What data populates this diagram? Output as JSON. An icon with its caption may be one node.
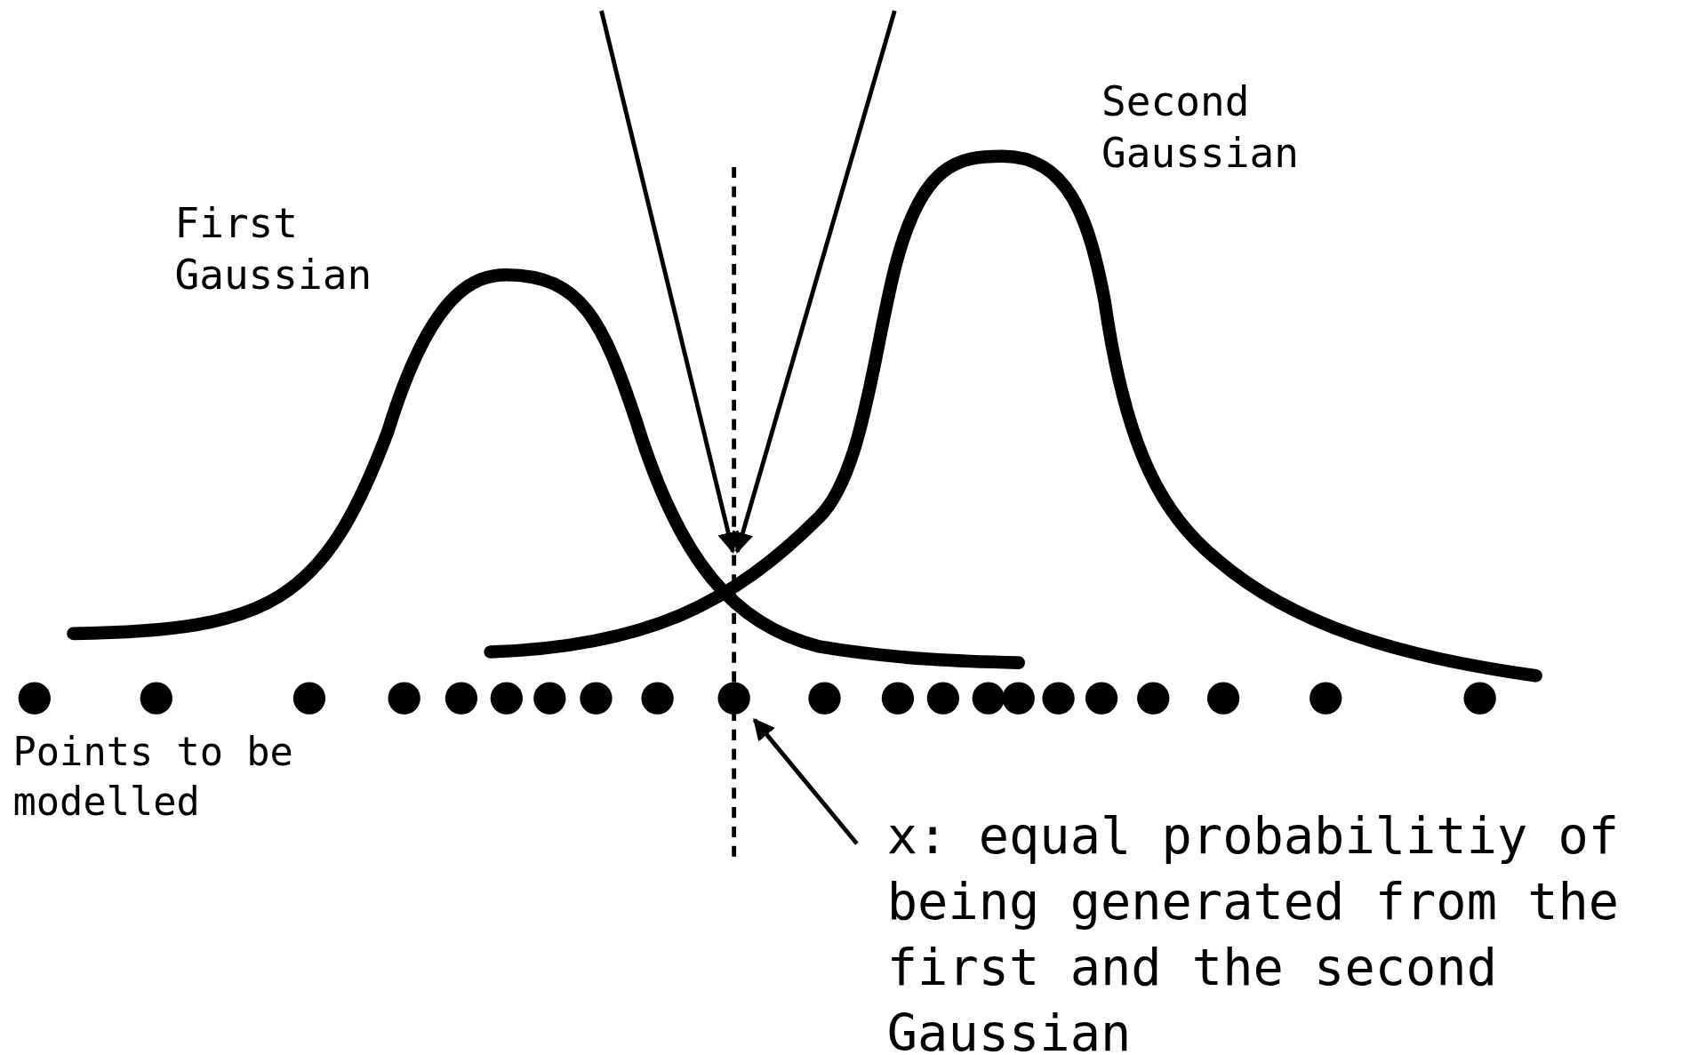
{
  "diagram": {
    "nodes": [
      {
        "text": [
          "x: equal probabilitiy of being generated from the first and the second Gaussian"
        ]
      },
      {
        "text": [],
        "shape": "circle"
      }
    ],
    "edges": [
      {
        "from": 0,
        "to": 1,
        "arrow": "to"
      }
    ],
    "labels": [
      "First Gaussian",
      "Second Gaussian",
      "Points to be modelled"
    ]
  }
}
